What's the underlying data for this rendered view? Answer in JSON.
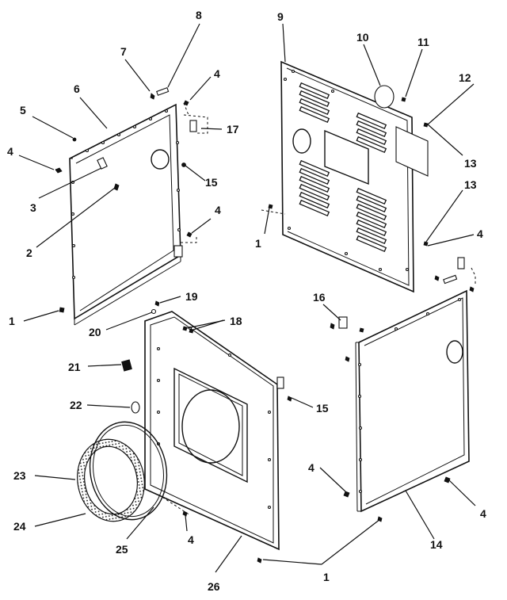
{
  "callouts": [
    {
      "id": "c8",
      "text": "8"
    },
    {
      "id": "c9",
      "text": "9"
    },
    {
      "id": "c10",
      "text": "10"
    },
    {
      "id": "c11",
      "text": "11"
    },
    {
      "id": "c7",
      "text": "7"
    },
    {
      "id": "c4a",
      "text": "4"
    },
    {
      "id": "c6",
      "text": "6"
    },
    {
      "id": "c5",
      "text": "5"
    },
    {
      "id": "c12",
      "text": "12"
    },
    {
      "id": "c17",
      "text": "17"
    },
    {
      "id": "c4b",
      "text": "4"
    },
    {
      "id": "c13a",
      "text": "13"
    },
    {
      "id": "c15a",
      "text": "15"
    },
    {
      "id": "c3",
      "text": "3"
    },
    {
      "id": "c13b",
      "text": "13"
    },
    {
      "id": "c4c",
      "text": "4"
    },
    {
      "id": "c2",
      "text": "2"
    },
    {
      "id": "c1a",
      "text": "1"
    },
    {
      "id": "c4d",
      "text": "4"
    },
    {
      "id": "c16",
      "text": "16"
    },
    {
      "id": "c19",
      "text": "19"
    },
    {
      "id": "c1b",
      "text": "1"
    },
    {
      "id": "c20",
      "text": "20"
    },
    {
      "id": "c18",
      "text": "18"
    },
    {
      "id": "c21",
      "text": "21"
    },
    {
      "id": "c22",
      "text": "22"
    },
    {
      "id": "c15b",
      "text": "15"
    },
    {
      "id": "c4e",
      "text": "4"
    },
    {
      "id": "c23",
      "text": "23"
    },
    {
      "id": "c4f",
      "text": "4"
    },
    {
      "id": "c24",
      "text": "24"
    },
    {
      "id": "c14",
      "text": "14"
    },
    {
      "id": "c25",
      "text": "25"
    },
    {
      "id": "c4g",
      "text": "4"
    },
    {
      "id": "c1c",
      "text": "1"
    },
    {
      "id": "c26",
      "text": "26"
    }
  ]
}
